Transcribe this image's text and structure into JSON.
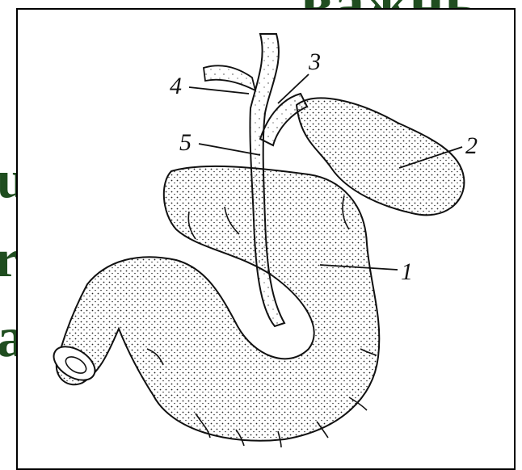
{
  "background_text": {
    "top_fragment": "важнь",
    "left_fragments": [
      "u",
      "ri",
      "a."
    ]
  },
  "figure": {
    "labels": [
      {
        "id": "1",
        "text": "1"
      },
      {
        "id": "2",
        "text": "2"
      },
      {
        "id": "3",
        "text": "3"
      },
      {
        "id": "4",
        "text": "4"
      },
      {
        "id": "5",
        "text": "5"
      }
    ]
  },
  "colors": {
    "background_text": "#1f4d1f",
    "ink": "#111111",
    "stipple": "#222222"
  }
}
